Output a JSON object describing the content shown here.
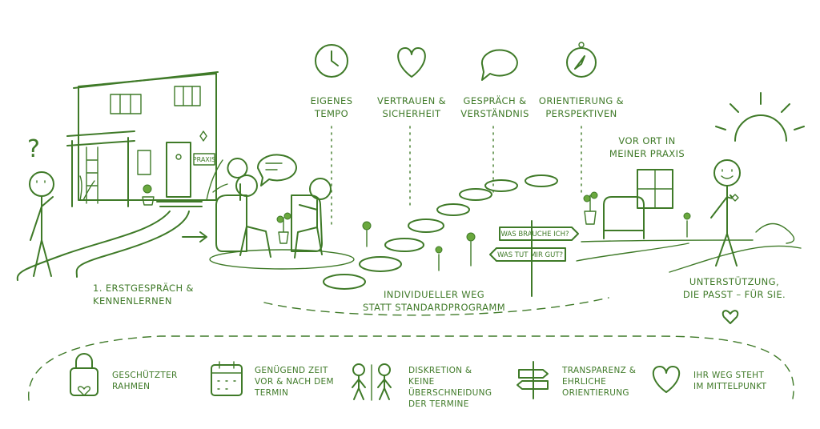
{
  "steps": {
    "first": "1. ERSTGESPRÄCH &\nKENNENLERNEN",
    "praxis_sign": "PRAXIS"
  },
  "values_top": [
    {
      "icon": "clock-icon",
      "label": "EIGENES\nTEMPO"
    },
    {
      "icon": "heart-icon",
      "label": "VERTRAUEN &\nSICHERHEIT"
    },
    {
      "icon": "speech-bubble-icon",
      "label": "GESPRÄCH &\nVERSTÄNDNIS"
    },
    {
      "icon": "compass-icon",
      "label": "ORIENTIERUNG &\nPERSPEKTIVEN"
    }
  ],
  "path_label": "INDIVIDUELLER WEG\nSTATT STANDARDPROGRAMM",
  "signpost": {
    "top": "WAS BRAUCHE ICH?",
    "bottom": "WAS TUT MIR GUT?"
  },
  "office_label": "VOR ORT IN\nMEINER PRAXIS",
  "outcome_label": "UNTERSTÜTZUNG,\nDIE PASST – FÜR SIE.",
  "footer": [
    {
      "icon": "lock-heart-icon",
      "label": "GESCHÜTZTER\nRAHMEN"
    },
    {
      "icon": "calendar-icon",
      "label": "GENÜGEND ZEIT\nVOR & NACH DEM\nTERMIN"
    },
    {
      "icon": "two-people-icon",
      "label": "DISKRETION &\nKEINE ÜBERSCHNEIDUNG\nDER TERMINE"
    },
    {
      "icon": "signpost-icon",
      "label": "TRANSPARENZ &\nEHRLICHE\nORIENTIERUNG"
    },
    {
      "icon": "heart-outline-icon",
      "label": "IHR WEG STEHT\nIM MITTELPUNKT"
    }
  ],
  "colors": {
    "ink": "#3f7a28",
    "leaf": "#6aa83e"
  }
}
